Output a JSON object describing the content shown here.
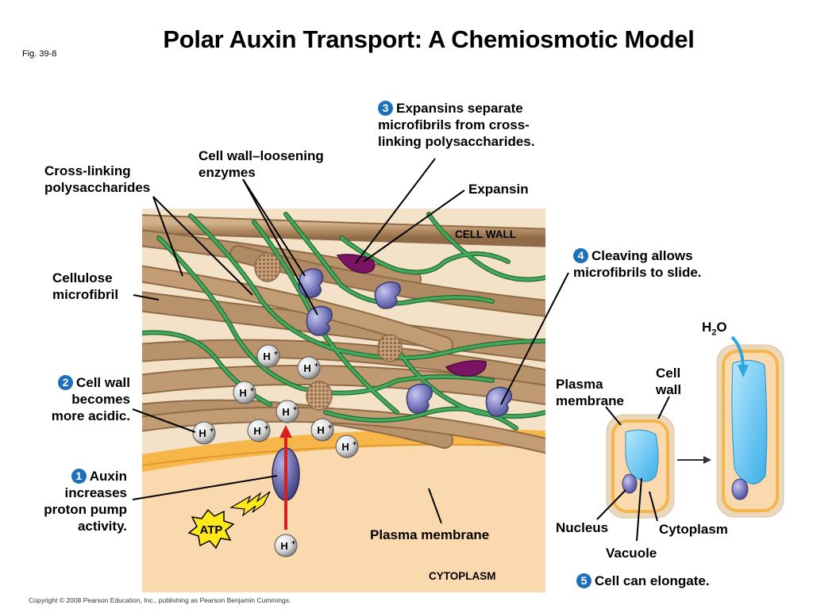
{
  "title": "Polar Auxin Transport: A Chemiosmotic Model",
  "figure_label": "Fig. 39-8",
  "copyright": "Copyright © 2008 Pearson Education, Inc., publishing as Pearson Benjamin Cummings.",
  "steps": [
    {
      "number": "1",
      "text_lines": [
        "Auxin",
        "increases",
        "proton pump",
        "activity."
      ]
    },
    {
      "number": "2",
      "text_lines": [
        "Cell wall",
        "becomes",
        "more acidic."
      ]
    },
    {
      "number": "3",
      "text_lines": [
        "Expansins separate",
        "microfibrils from cross-",
        "linking polysaccharides."
      ]
    },
    {
      "number": "4",
      "text_lines": [
        "Cleaving allows",
        "microfibrils to slide."
      ]
    },
    {
      "number": "5",
      "text_lines": [
        "Cell can elongate."
      ]
    }
  ],
  "labels": {
    "cross_linking": [
      "Cross-linking",
      "polysaccharides"
    ],
    "loosening_enzymes": [
      "Cell wall–loosening",
      "enzymes"
    ],
    "expansin": "Expansin",
    "cell_wall_region": "CELL WALL",
    "cellulose": [
      "Cellulose",
      "microfibril"
    ],
    "plasma_membrane_main": "Plasma membrane",
    "cytoplasm_region": "CYTOPLASM",
    "atp": "ATP",
    "proton": "H",
    "proton_charge": "+",
    "water_h": "H",
    "water_sub": "2",
    "water_o": "O",
    "plasma_membrane_cell": [
      "Plasma",
      "membrane"
    ],
    "cell_wall_cell": [
      "Cell",
      "wall"
    ],
    "nucleus": "Nucleus",
    "vacuole": "Vacuole",
    "cytoplasm_cell": "Cytoplasm"
  },
  "colors": {
    "step_number_bg": "#1d70b8",
    "cell_wall_bg": "#f2e0c6",
    "microfibril": "#b08a62",
    "cross_link": "#2f8c45",
    "enzyme": "#7777bb",
    "expansin": "#8a1d6e",
    "membrane": "#f5b54a",
    "cytoplasm": "#fbd8aa",
    "vacuole": "#4ab8ec",
    "arrow_red": "#d62020",
    "atp_yellow": "#ffe81a"
  }
}
